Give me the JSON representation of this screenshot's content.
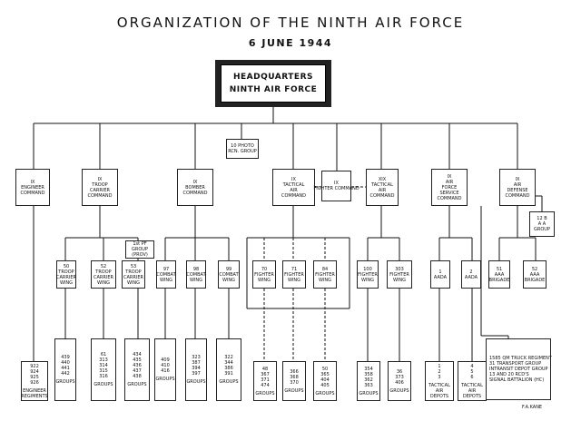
{
  "title": "ORGANIZATION   OF  THE  NINTH  AIR  FORCE",
  "subtitle": "6 JUNE 1944",
  "hq": {
    "line1": "HEADQUARTERS",
    "line2": "NINTH AIR FORCE"
  },
  "photo_group": [
    "10 PHOTO",
    "RCN. GROUP"
  ],
  "commands": {
    "engineer": [
      "IX",
      "ENGINEER",
      "COMMAND"
    ],
    "troop_carrier": [
      "IX",
      "TROOP",
      "CARRIER",
      "COMMAND"
    ],
    "bomber": [
      "IX",
      "BOMBER",
      "COMMAND"
    ],
    "tac_ix": [
      "IX",
      "TACTICAL",
      "AIR",
      "COMMAND"
    ],
    "fighter": [
      "IX",
      "FIGHTER COMMAND"
    ],
    "tac_xix": [
      "XIX",
      "TACTICAL",
      "AIR",
      "COMMAND"
    ],
    "service": [
      "IX",
      "AIR",
      "FORCE",
      "SERVICE",
      "COMMAND"
    ],
    "defense": [
      "IX",
      "AIR",
      "DEFENSE",
      "COMMAND"
    ]
  },
  "aaa_group": [
    "12 B",
    "A A",
    "GROUP"
  ],
  "pf_group": [
    "1st PF",
    "GROUP",
    "(PROV)"
  ],
  "wings": {
    "w50": [
      "50",
      "TROOP",
      "CARRIER",
      "WING"
    ],
    "w52": [
      "52",
      "TROOP",
      "CARRIER",
      "WING"
    ],
    "w53": [
      "53",
      "TROOP",
      "CARRIER",
      "WING"
    ],
    "w97": [
      "97",
      "COMBAT",
      "WING"
    ],
    "w98": [
      "98",
      "COMBAT",
      "WING"
    ],
    "w99": [
      "99",
      "COMBAT",
      "WING"
    ],
    "w70": [
      "70",
      "FIGHTER",
      "WING"
    ],
    "w71": [
      "71",
      "FIGHTER",
      "WING"
    ],
    "w84": [
      "84",
      "FIGHTER",
      "WING"
    ],
    "w100": [
      "100",
      "FIGHTER",
      "WING"
    ],
    "w303": [
      "303",
      "FIGHTER",
      "WING"
    ],
    "a1": [
      "1",
      "AADA"
    ],
    "a2": [
      "2",
      "AADA"
    ],
    "b51": [
      "51",
      "AAA",
      "BRIGADE"
    ],
    "b52": [
      "52",
      "AAA",
      "BRIGADE"
    ]
  },
  "groups": {
    "eng": {
      "lines": [
        "922",
        "924",
        "925",
        "926"
      ],
      "label": "ENGINEER REGIMENTS"
    },
    "g50": {
      "lines": [
        "439",
        "440",
        "441",
        "442"
      ],
      "label": "GROUPS"
    },
    "g52": {
      "lines": [
        "61",
        "313",
        "314",
        "315",
        "316"
      ],
      "label": "GROUPS"
    },
    "g53": {
      "lines": [
        "434",
        "435",
        "436",
        "437",
        "438"
      ],
      "label": "GROUPS"
    },
    "g97": {
      "lines": [
        "409",
        "410",
        "416"
      ],
      "label": "GROUPS"
    },
    "g98": {
      "lines": [
        "323",
        "387",
        "394",
        "397"
      ],
      "label": "GROUPS"
    },
    "g99": {
      "lines": [
        "322",
        "344",
        "386",
        "391"
      ],
      "label": "GROUPS"
    },
    "g70": {
      "lines": [
        "48",
        "367",
        "371",
        "474"
      ],
      "label": "GROUPS"
    },
    "g71": {
      "lines": [
        "366",
        "368",
        "370"
      ],
      "label": "GROUPS"
    },
    "g84": {
      "lines": [
        "50",
        "365",
        "404",
        "405"
      ],
      "label": "GROUPS"
    },
    "g100": {
      "lines": [
        "354",
        "358",
        "362",
        "363"
      ],
      "label": "GROUPS"
    },
    "g303": {
      "lines": [
        "36",
        "373",
        "406"
      ],
      "label": "GROUPS"
    },
    "d1": {
      "lines": [
        "1",
        "2",
        "3"
      ],
      "label": "TACTICAL AIR DEPOTS"
    },
    "d2": {
      "lines": [
        "4",
        "5",
        "6"
      ],
      "label": "TACTICAL AIR DEPOTS"
    }
  },
  "service_units": [
    "1585 QM TRUCK REGIMENT",
    "31 TRANSPORT GROUP",
    "INTRANSIT DEPOT GROUP",
    "13 AND 20 RCD'S",
    "SIGNAL BATTALION (HC)"
  ],
  "credit": "F.A.KANE"
}
